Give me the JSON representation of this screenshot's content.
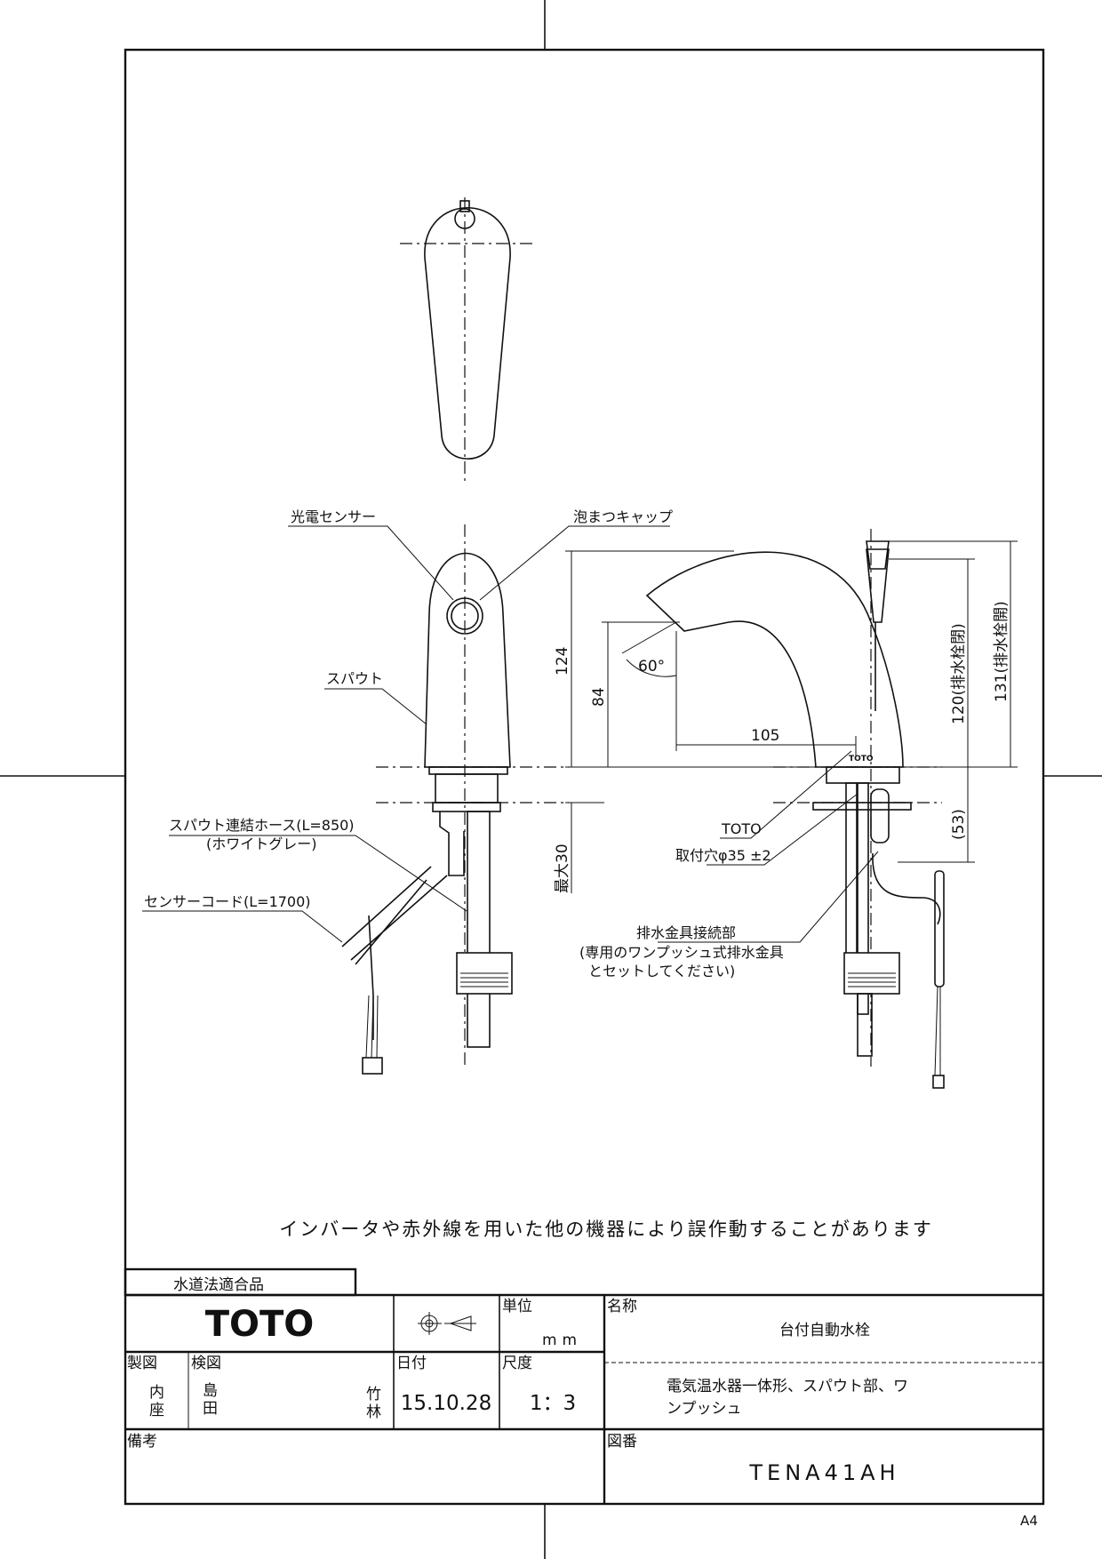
{
  "labels": {
    "photo_sensor": "光電センサー",
    "foam_cap": "泡まつキャップ",
    "spout": "スパウト",
    "hose": "スパウト連結ホース(L=850)",
    "hose_color": "(ホワイトグレー)",
    "sensor_cord": "センサーコード(L=1700)",
    "toto_mark": "TOTO",
    "mount_hole": "取付穴φ35 ±2",
    "drain_joint": "排水金具接続部",
    "drain_note_1": "(専用のワンプッシュ式排水金具",
    "drain_note_2": "とセットしてください)"
  },
  "dimensions": {
    "height_124": "124",
    "height_84": "84",
    "reach_105": "105",
    "angle": "60°",
    "lever_120": "120(排水栓閉)",
    "lever_131": "131(排水栓開)",
    "below_53": "(53)",
    "max_30": "最大30"
  },
  "notice": "インバータや赤外線を用いた他の機器により誤作動することがあります",
  "title_block": {
    "approval": "水道法適合品",
    "brand": "TOTO",
    "unit_label": "単位",
    "unit": "mm",
    "name_label": "名称",
    "name": "台付自動水栓",
    "drawn_label": "製図",
    "drawn_by_1": "内",
    "drawn_by_2": "座",
    "checked_label": "検図",
    "checked_by_1a": "島",
    "checked_by_1b": "田",
    "checked_by_2a": "竹",
    "checked_by_2b": "林",
    "date_label": "日付",
    "date": "15.10.28",
    "scale_label": "尺度",
    "scale": "1：3",
    "description_1": "電気温水器一体形、スパウト部、ワ",
    "description_2": "ンプッシュ",
    "remarks_label": "備考",
    "drawing_no_label": "図番",
    "drawing_no": "TENA41AH"
  },
  "paper_size": "A4"
}
